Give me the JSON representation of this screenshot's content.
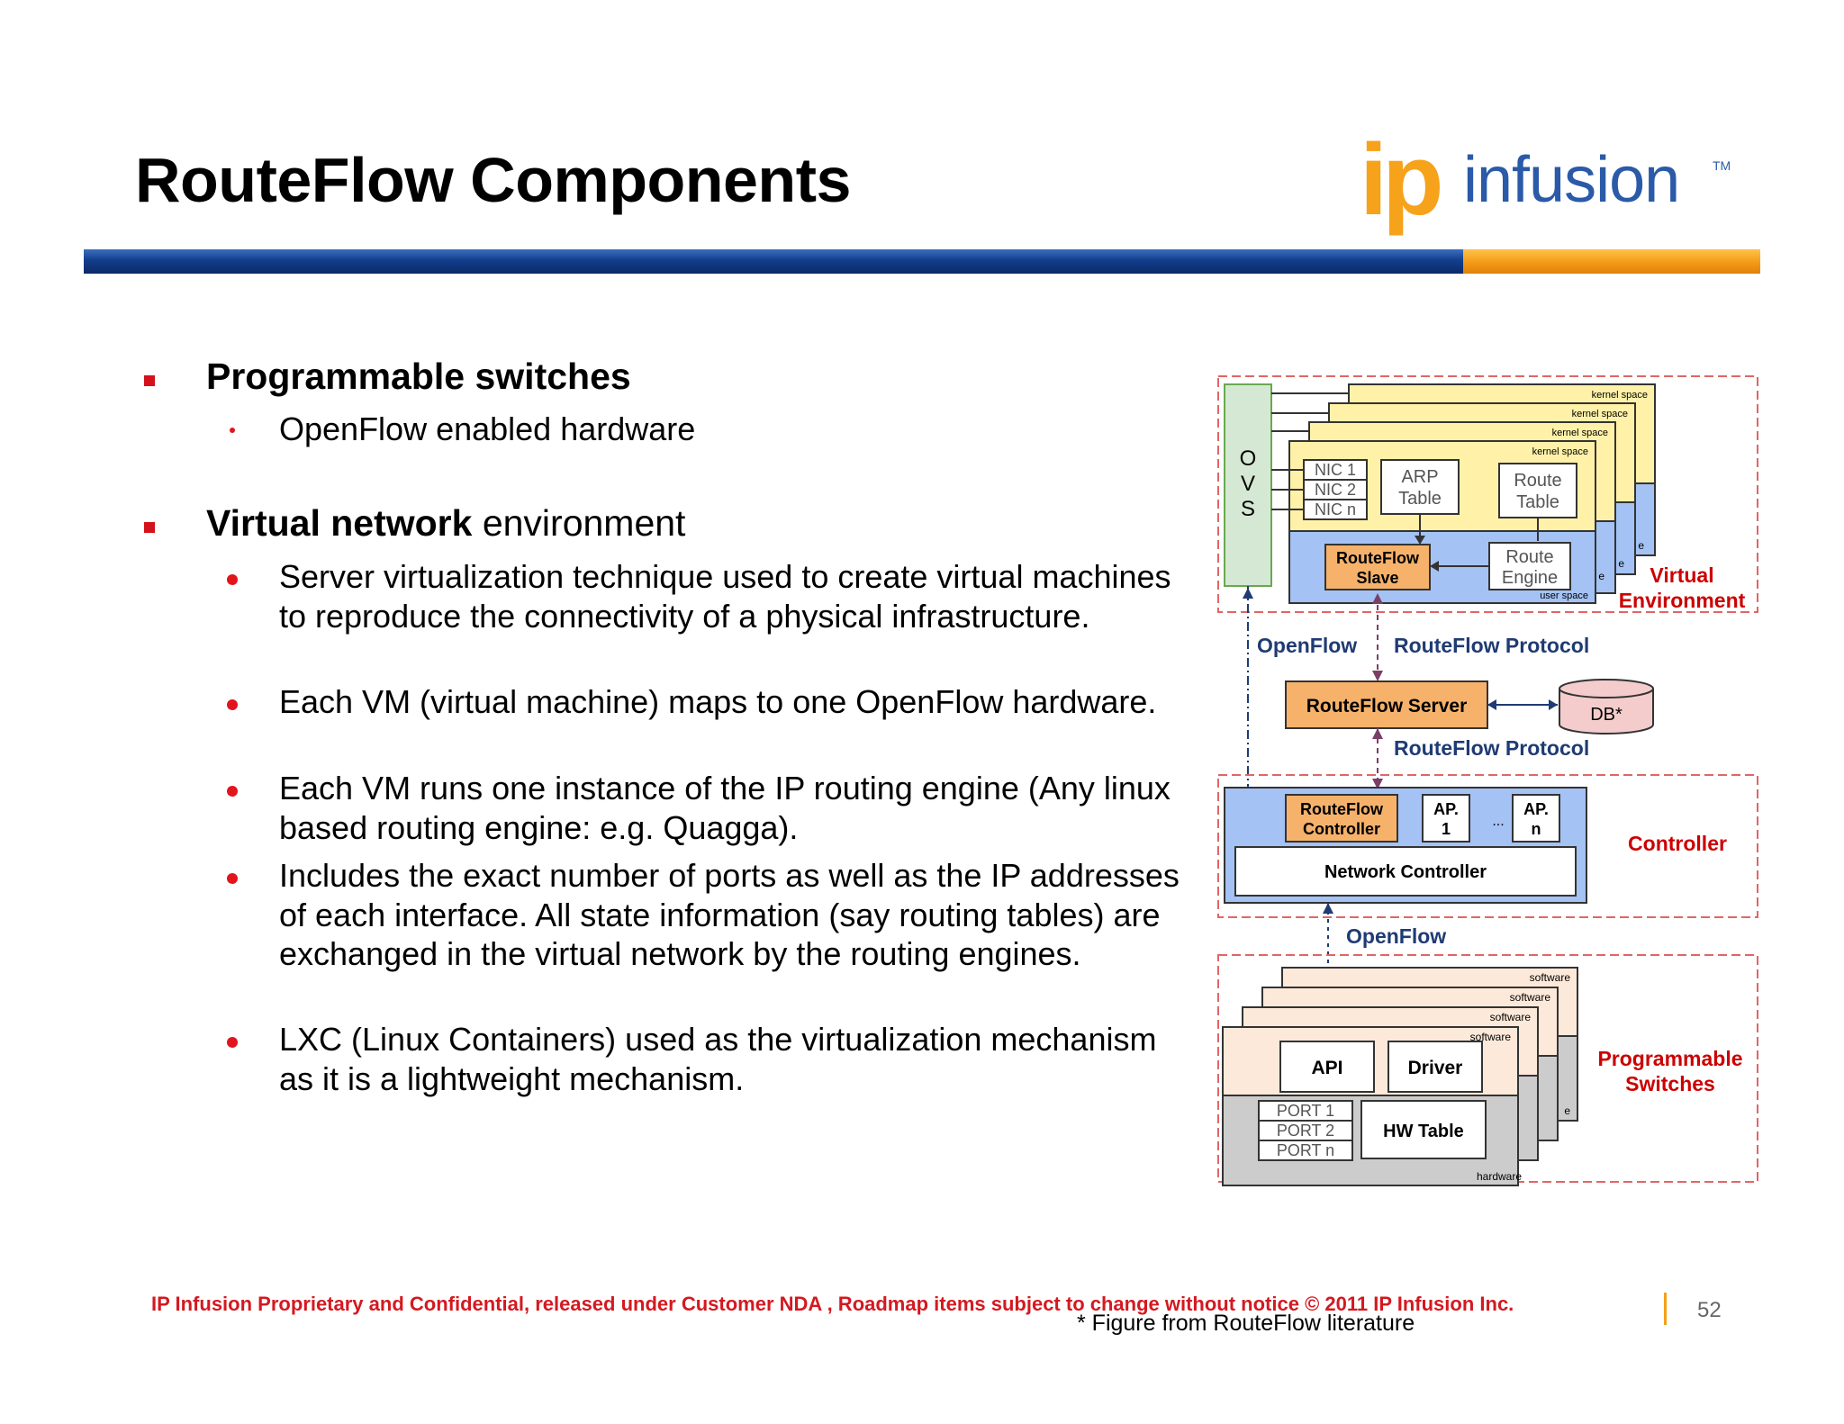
{
  "slide": {
    "title": "RouteFlow Components",
    "logo": {
      "ip": "ip",
      "name": "infusion",
      "tm": "TM"
    }
  },
  "bullets": {
    "b1": {
      "bold": "Programmable switches",
      "rest": ""
    },
    "b1_sub": [
      "OpenFlow enabled hardware"
    ],
    "b2": {
      "bold": "Virtual network",
      "rest": " environment"
    },
    "b2_sub": [
      "Server virtualization technique used to create virtual machines to reproduce the connectivity of a physical infrastructure.",
      "Each VM (virtual machine) maps to one OpenFlow hardware.",
      "Each VM runs one instance of the IP routing engine (Any linux based routing engine: e.g. Quagga).",
      "Includes  the exact number of ports as well as  the IP addresses of each interface.  All state information (say routing tables) are exchanged in the virtual network by the routing engines.",
      "LXC (Linux Containers) used as the virtualization mechanism as it is a lightweight mechanism."
    ]
  },
  "figure": {
    "ovs": [
      "O",
      "V",
      "S"
    ],
    "kernel_space": "kernel space",
    "user_space": "user space",
    "nics": [
      "NIC 1",
      "NIC 2",
      "NIC n"
    ],
    "arp_table": [
      "ARP",
      "Table"
    ],
    "route_table": [
      "Route",
      "Table"
    ],
    "rf_slave": [
      "RouteFlow",
      "Slave"
    ],
    "route_engine": [
      "Route",
      "Engine"
    ],
    "virtual_env": [
      "Virtual",
      "Environment"
    ],
    "openflow": "OpenFlow",
    "rf_protocol": "RouteFlow Protocol",
    "rf_server": "RouteFlow Server",
    "db": "DB*",
    "rf_controller": [
      "RouteFlow",
      "Controller"
    ],
    "ap1": [
      "AP.",
      "1"
    ],
    "apn": [
      "AP.",
      "n"
    ],
    "ellipsis": "...",
    "network_controller": "Network Controller",
    "controller": "Controller",
    "software": "software",
    "api": "API",
    "driver": "Driver",
    "ports": [
      "PORT 1",
      "PORT 2",
      "PORT n"
    ],
    "hw_table": "HW Table",
    "hardware": "hardware",
    "prog_switches": [
      "Programmable",
      "Switches"
    ],
    "clip_letters": [
      "e",
      "e",
      "e",
      "e"
    ]
  },
  "footer": {
    "confidential": "IP Infusion Proprietary and Confidential, released under Customer NDA , Roadmap items subject to change without notice    © 2011 IP Infusion Inc.",
    "figure_note": "* Figure from RouteFlow literature",
    "page": "52"
  },
  "colors": {
    "accent_red": "#d4121b",
    "logo_orange": "#f7a21b",
    "logo_blue": "#2a5aa8",
    "bar_blue": "#123e8c",
    "bar_orange": "#f49a16"
  }
}
